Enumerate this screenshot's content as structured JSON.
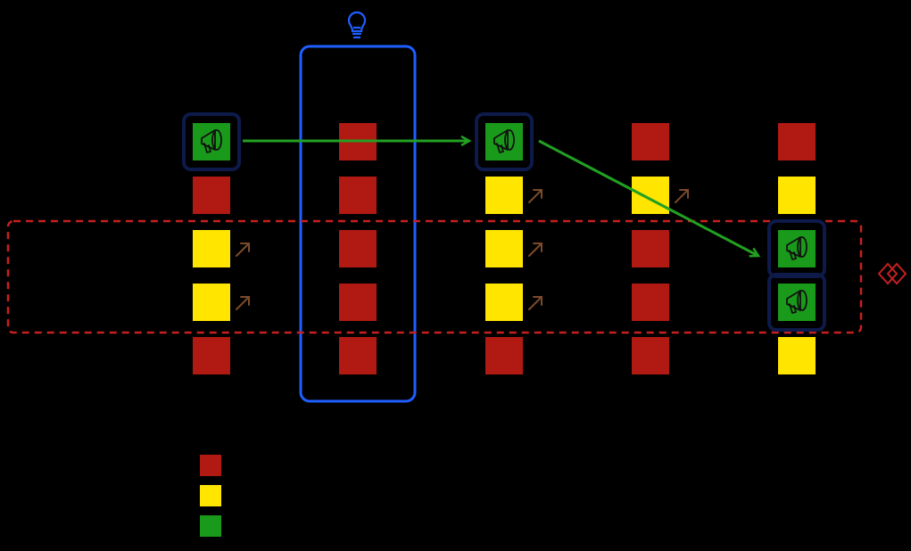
{
  "colors": {
    "background": "#000000",
    "red": "#b01a12",
    "yellow": "#ffe500",
    "green": "#1a9a1a",
    "green_border": "#0d1a4a",
    "blue": "#1f5fff",
    "dashed_red": "#c62020",
    "arrow_green": "#22a022",
    "small_arrow": "#7a4a2a",
    "icon_dark": "#111111"
  },
  "columns": [
    {
      "cells": [
        "green",
        "red",
        "yellow",
        "yellow",
        "red"
      ],
      "arrows": [
        false,
        false,
        true,
        true,
        false
      ]
    },
    {
      "cells": [
        "red",
        "red",
        "red",
        "red",
        "red"
      ],
      "arrows": [
        false,
        false,
        false,
        false,
        false
      ]
    },
    {
      "cells": [
        "green",
        "yellow",
        "yellow",
        "yellow",
        "red"
      ],
      "arrows": [
        false,
        true,
        true,
        true,
        false
      ]
    },
    {
      "cells": [
        "red",
        "yellow",
        "red",
        "red",
        "red"
      ],
      "arrows": [
        false,
        true,
        false,
        false,
        false
      ]
    },
    {
      "cells": [
        "red",
        "yellow",
        "green",
        "green",
        "yellow"
      ],
      "arrows": [
        false,
        false,
        false,
        false,
        false
      ]
    }
  ],
  "legend": [
    {
      "color": "red",
      "label": ""
    },
    {
      "color": "yellow",
      "label": ""
    },
    {
      "color": "green",
      "label": ""
    }
  ],
  "icons": {
    "green_cell": "megaphone-icon",
    "highlight": "lightbulb-icon",
    "row_band": "diamond-link-icon"
  }
}
